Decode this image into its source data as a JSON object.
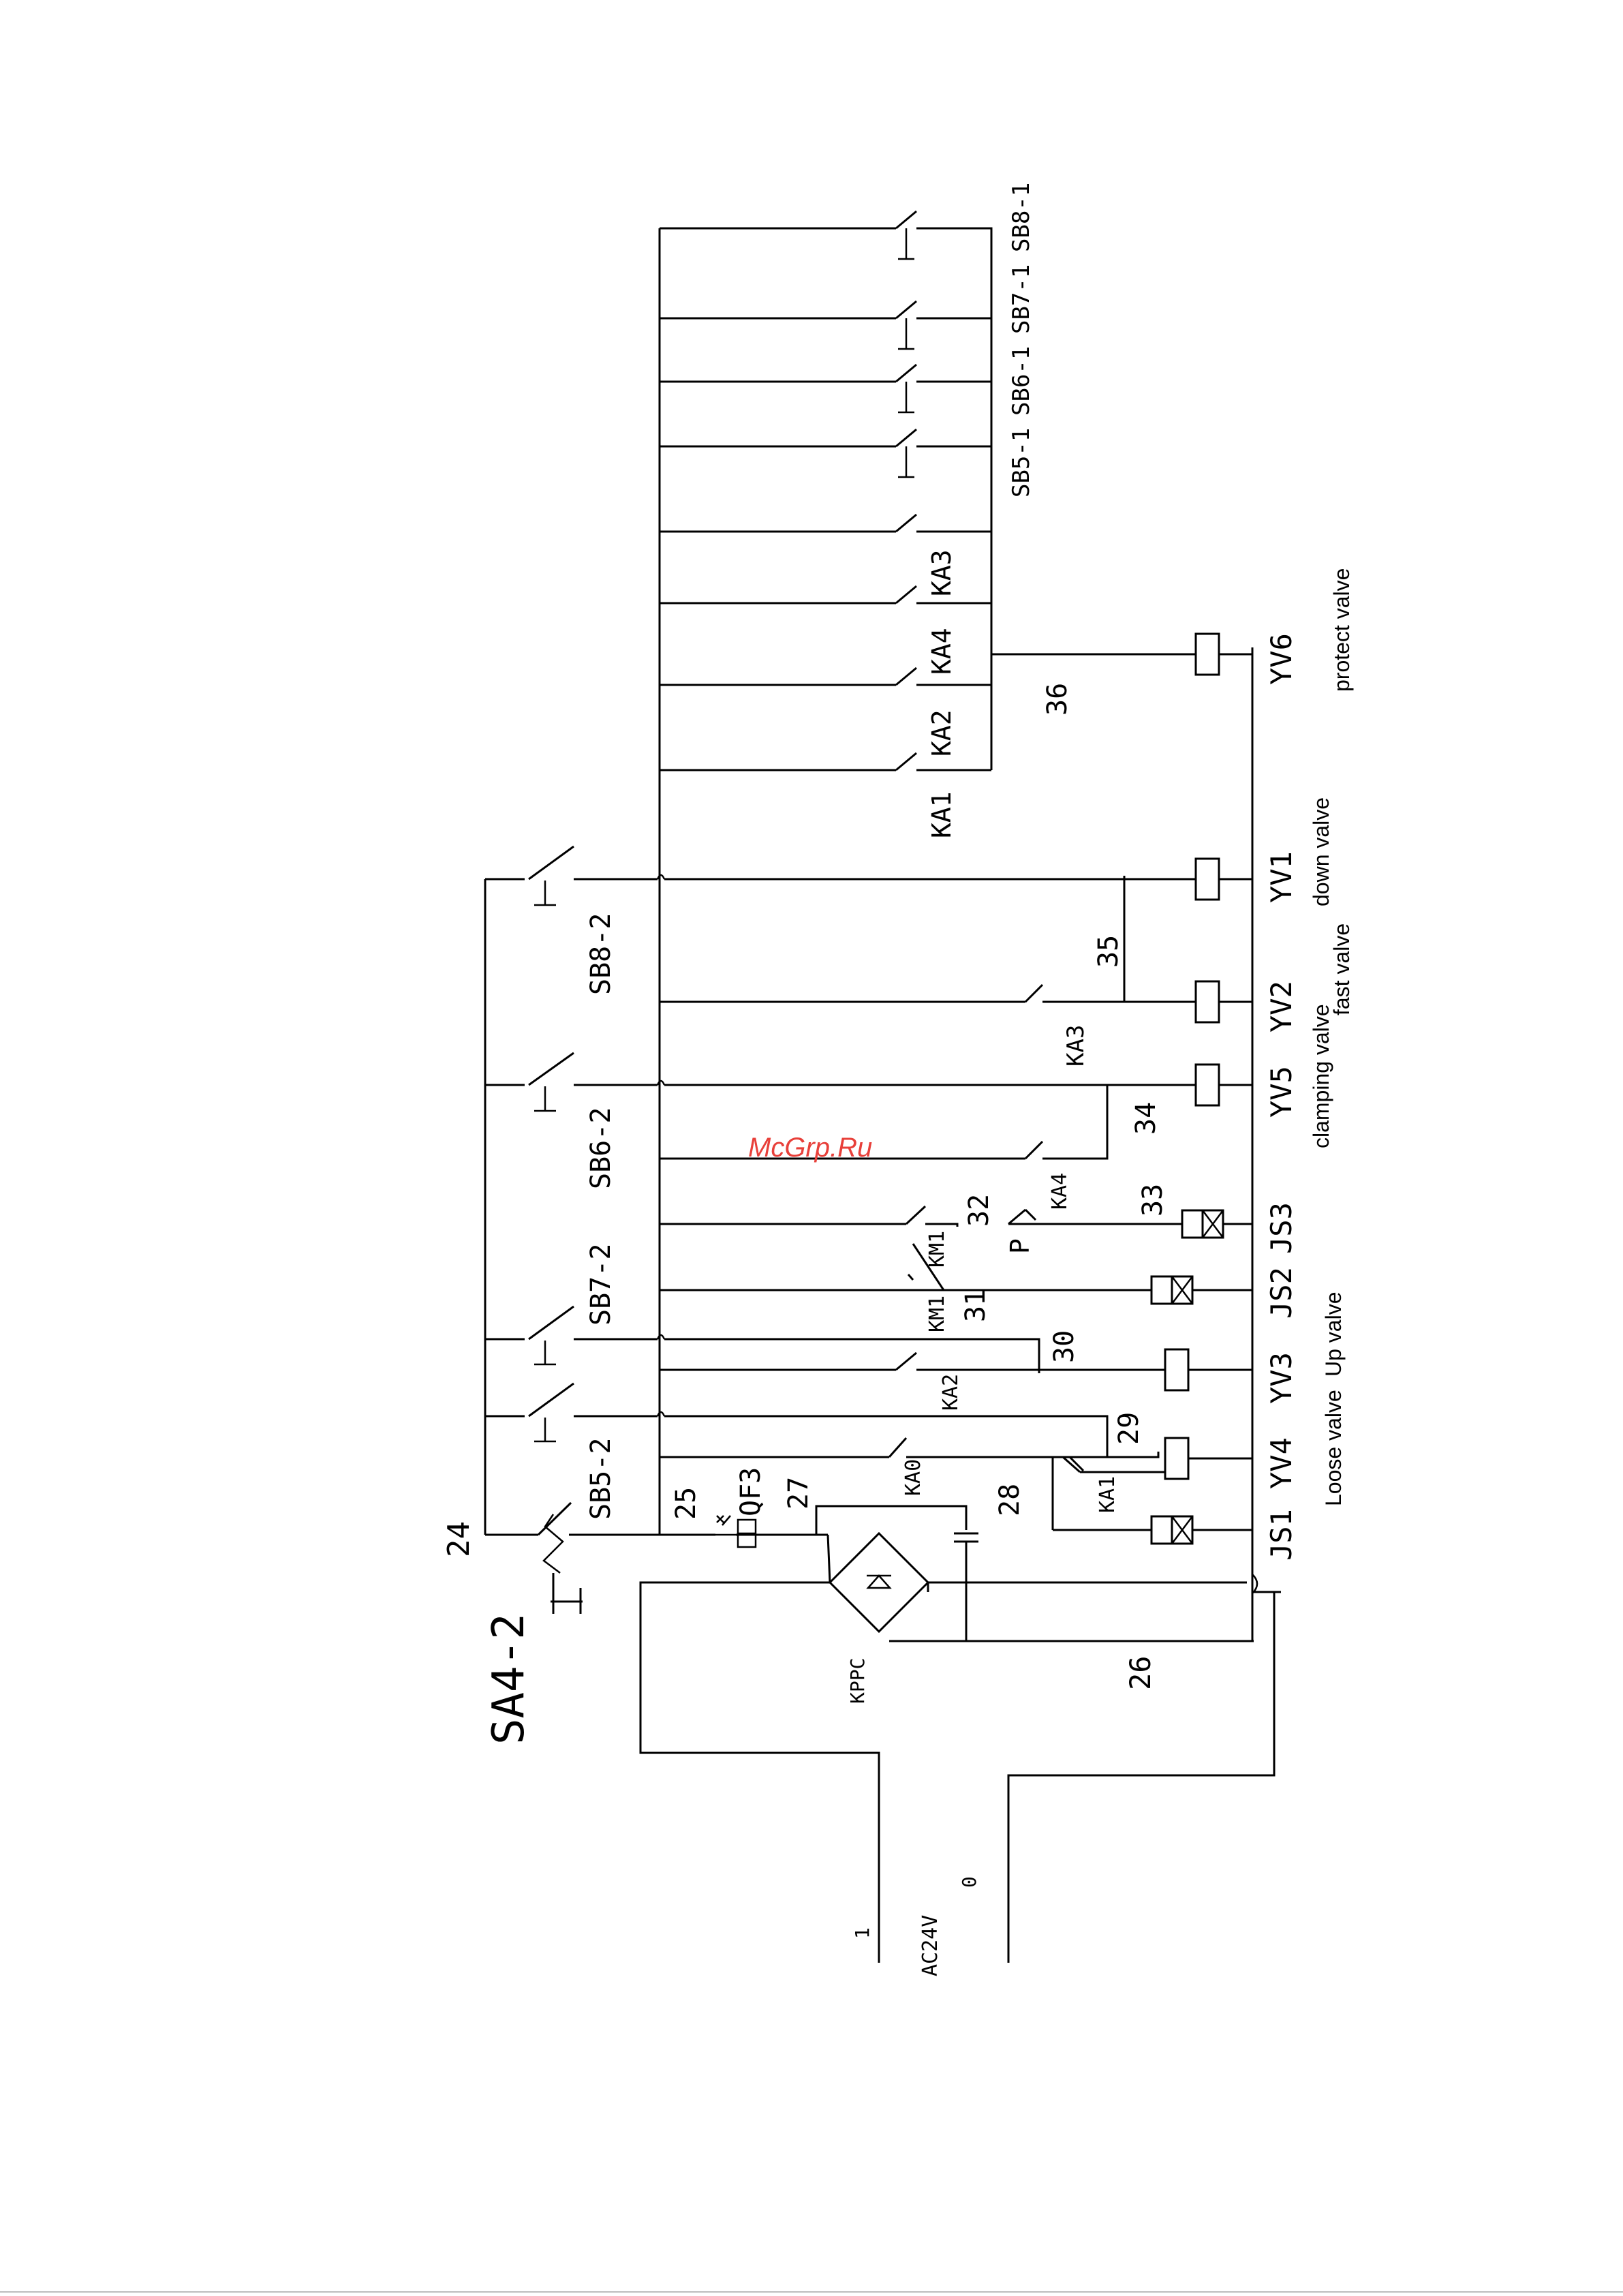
{
  "switches": {
    "sa4_2": "SA4-2",
    "sb5_2": "SB5-2",
    "sb7_2": "SB7-2",
    "sb6_2": "SB6-2",
    "sb8_2": "SB8-2",
    "sb5_1": "SB5-1",
    "sb6_1": "SB6-1",
    "sb7_1": "SB7-1",
    "sb8_1": "SB8-1",
    "qf3": "QF3"
  },
  "relays": {
    "ka0": "KA0",
    "ka1": "KA1",
    "ka2": "KA2",
    "ka3": "KA3",
    "ka4": "KA4",
    "km1": "KM1",
    "p": "P",
    "kppc": "KPPC"
  },
  "wires": {
    "w24": "24",
    "w25": "25",
    "w26": "26",
    "w27": "27",
    "w28": "28",
    "w29": "29",
    "w30": "30",
    "w31": "31",
    "w32": "32",
    "w33": "33",
    "w34": "34",
    "w35": "35",
    "w36": "36"
  },
  "supply": {
    "voltage": "AC24V",
    "terminal_1": "1",
    "terminal_0": "0"
  },
  "loads": {
    "js1": "JS1",
    "yv4": "YV4",
    "yv3": "YV3",
    "js2": "JS2",
    "js3": "JS3",
    "yv5": "YV5",
    "yv2": "YV2",
    "yv1": "YV1",
    "yv6": "YV6"
  },
  "descriptions": {
    "loose": "Loose valve",
    "up": "Up valve",
    "clamping": "clamping valve",
    "fast": "fast valve",
    "down": "down valve",
    "protect": "protect valve"
  },
  "watermark": "McGrp.Ru"
}
